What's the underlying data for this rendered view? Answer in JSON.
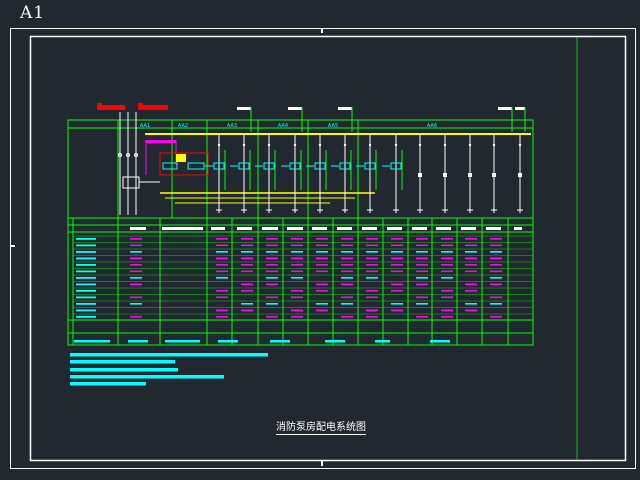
{
  "sheet_label": "A1",
  "drawing_title": "消防泵房配电系统图",
  "colors": {
    "background": "#212830",
    "frame": "#ffffff",
    "grid": "#00ff00",
    "busbar": "#ffff00",
    "annotation": "#00ffff",
    "highlight": "#ff00ff",
    "source": "#ff0000"
  },
  "panels": {
    "names": [
      "AA1",
      "AA2",
      "AA3",
      "AA4",
      "AA5",
      "AA6"
    ]
  }
}
